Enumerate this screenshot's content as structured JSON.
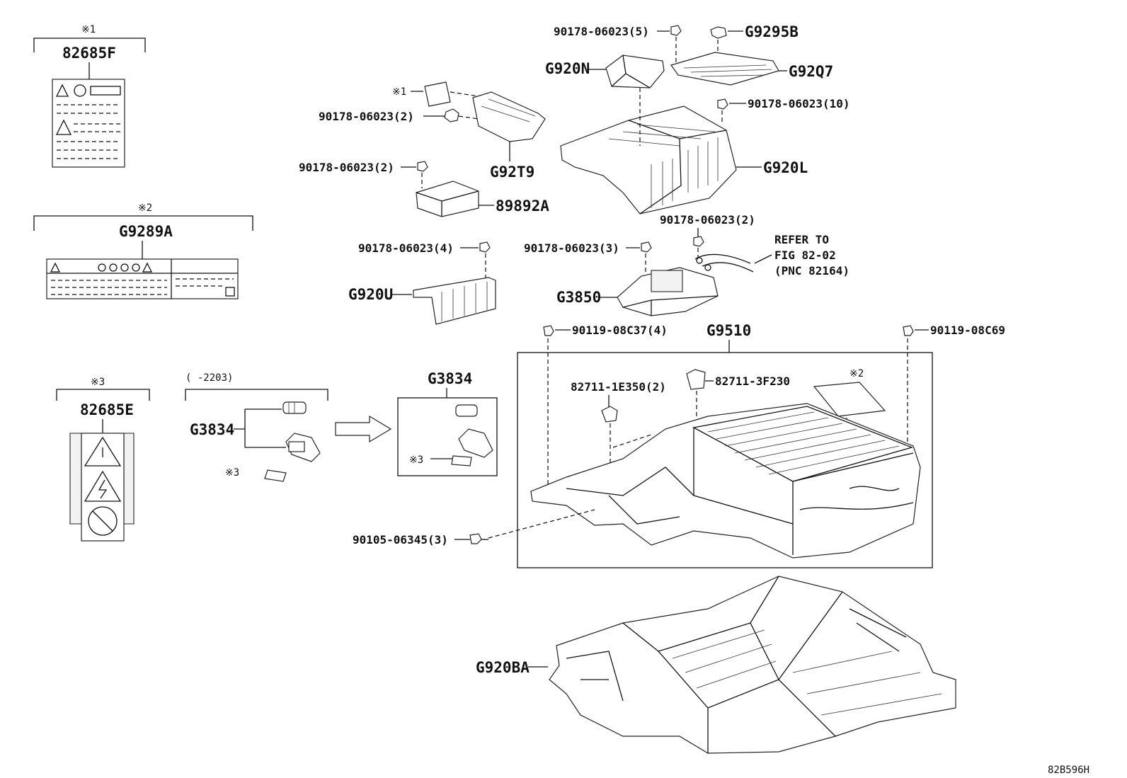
{
  "diagram_id": "82B596H",
  "notes": {
    "n1": "※1",
    "n2": "※2",
    "n3": "※3"
  },
  "labels": {
    "label_82685F": "82685F",
    "label_G9289A": "G9289A",
    "label_82685E": "82685E",
    "nut_5": "90178-06023(5)",
    "nut_2a": "90178-06023(2)",
    "nut_2b": "90178-06023(2)",
    "nut_10": "90178-06023(10)",
    "nut_2c": "90178-06023(2)",
    "nut_4": "90178-06023(4)",
    "nut_3": "90178-06023(3)",
    "g9295b": "G9295B",
    "g920n": "G920N",
    "g92q7": "G92Q7",
    "g92t9": "G92T9",
    "g920l": "G920L",
    "p89892a": "89892A",
    "g920u": "G920U",
    "g3850": "G3850",
    "refer_1": "REFER TO",
    "refer_2": "FIG 82-02",
    "refer_3": "(PNC 82164)",
    "bolt_c37": "90119-08C37(4)",
    "bolt_c69": "90119-08C69",
    "g9510": "G9510",
    "clip_e350": "82711-1E350(2)",
    "clip_f230": "82711-3F230",
    "date_range": "(      -2203)",
    "g3834_left": "G3834",
    "g3834_right": "G3834",
    "bolt_06345": "90105-06345(3)",
    "g920ba": "G920BA"
  }
}
